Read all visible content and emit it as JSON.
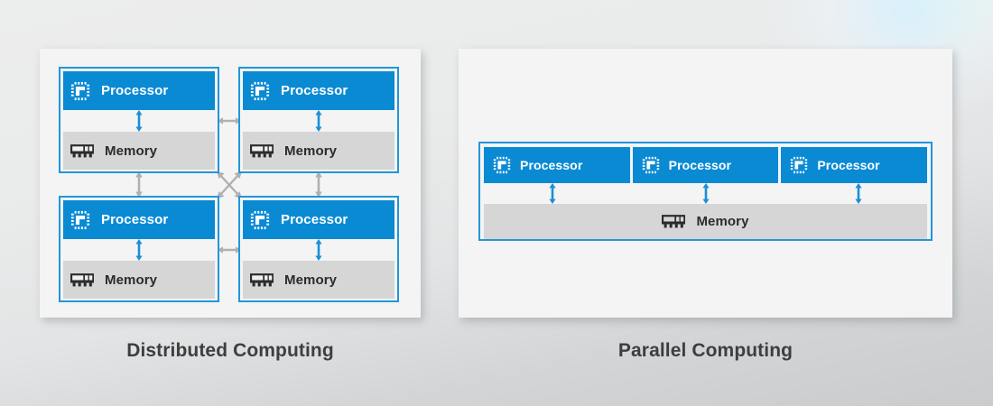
{
  "diagram": {
    "title_left": "Distributed Computing",
    "title_right": "Parallel Computing",
    "colors": {
      "accent_blue": "#0b8ad4",
      "border_blue": "#2196da",
      "memory_gray": "#d6d6d6",
      "panel_bg": "#f4f4f4",
      "caption_text": "#3e3e3e",
      "connector_gray": "#b0b0b0"
    }
  },
  "distributed": {
    "caption": "Distributed Computing",
    "nodes": [
      {
        "processor_label": "Processor",
        "memory_label": "Memory",
        "processor_icon": "cpu-chip-icon",
        "memory_icon": "ram-stick-icon"
      },
      {
        "processor_label": "Processor",
        "memory_label": "Memory",
        "processor_icon": "cpu-chip-icon",
        "memory_icon": "ram-stick-icon"
      },
      {
        "processor_label": "Processor",
        "memory_label": "Memory",
        "processor_icon": "cpu-chip-icon",
        "memory_icon": "ram-stick-icon"
      },
      {
        "processor_label": "Processor",
        "memory_label": "Memory",
        "processor_icon": "cpu-chip-icon",
        "memory_icon": "ram-stick-icon"
      }
    ],
    "connectors": [
      {
        "name": "proc-mem-link",
        "style": "double-headed-vertical-arrow",
        "color": "#1b8fd6",
        "count": 4
      },
      {
        "name": "node-horizontal-link",
        "style": "double-headed-horizontal-arrow",
        "color": "#b0b0b0",
        "count": 2
      },
      {
        "name": "node-vertical-link",
        "style": "double-headed-vertical-arrow",
        "color": "#b0b0b0",
        "count": 2
      },
      {
        "name": "node-diagonal-cross-link",
        "style": "crossed-double-headed-arrows",
        "color": "#b0b0b0",
        "count": 1
      }
    ]
  },
  "parallel": {
    "caption": "Parallel Computing",
    "processors": [
      {
        "label": "Processor",
        "icon": "cpu-chip-icon"
      },
      {
        "label": "Processor",
        "icon": "cpu-chip-icon"
      },
      {
        "label": "Processor",
        "icon": "cpu-chip-icon"
      }
    ],
    "shared_memory": {
      "label": "Memory",
      "icon": "ram-stick-icon"
    },
    "connectors": [
      {
        "name": "proc-shared-memory-link",
        "style": "double-headed-vertical-arrow",
        "color": "#1b8fd6",
        "count": 3
      }
    ]
  }
}
